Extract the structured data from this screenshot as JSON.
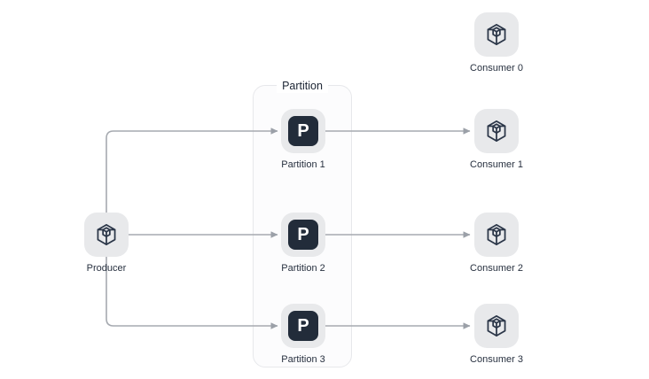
{
  "diagram": {
    "group_title": "Partition",
    "producer": {
      "label": "Producer",
      "icon": "cube-icon"
    },
    "partitions": [
      {
        "label": "Partition 1",
        "icon": "p-badge-icon",
        "badge": "P"
      },
      {
        "label": "Partition 2",
        "icon": "p-badge-icon",
        "badge": "P"
      },
      {
        "label": "Partition 3",
        "icon": "p-badge-icon",
        "badge": "P"
      }
    ],
    "consumers": [
      {
        "label": "Consumer 0",
        "icon": "cube-icon"
      },
      {
        "label": "Consumer 1",
        "icon": "cube-icon"
      },
      {
        "label": "Consumer 2",
        "icon": "cube-icon"
      },
      {
        "label": "Consumer 3",
        "icon": "cube-icon"
      }
    ],
    "edges": [
      {
        "from": "Producer",
        "to": "Partition 1"
      },
      {
        "from": "Producer",
        "to": "Partition 2"
      },
      {
        "from": "Producer",
        "to": "Partition 3"
      },
      {
        "from": "Partition 1",
        "to": "Consumer 1"
      },
      {
        "from": "Partition 2",
        "to": "Consumer 2"
      },
      {
        "from": "Partition 3",
        "to": "Consumer 3"
      }
    ],
    "colors": {
      "background": "#ffffff",
      "node_bg": "#e8e9eb",
      "badge_bg": "#222c3a",
      "badge_text": "#ffffff",
      "icon_stroke": "#2b3648",
      "arrow": "#a6aab0",
      "container_border": "#e7e8eb",
      "container_bg": "#fcfcfd",
      "label_text": "#27303f"
    }
  }
}
